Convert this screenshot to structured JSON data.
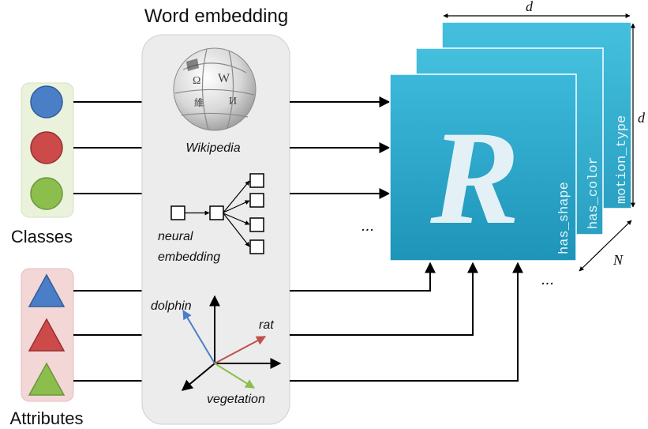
{
  "title": "Word embedding",
  "groups": {
    "classes_label": "Classes",
    "attributes_label": "Attributes"
  },
  "embedding": {
    "wikipedia_label": "Wikipedia",
    "neural_label_line1": "neural",
    "neural_label_line2": "embedding",
    "words": {
      "dolphin": "dolphin",
      "rat": "rat",
      "vegetation": "vegetation"
    }
  },
  "tensor": {
    "letter": "R",
    "slices": [
      "has_shape",
      "has_color",
      "motion_type"
    ],
    "dim_width_label": "d",
    "dim_height_label": "d",
    "dim_depth_label": "N"
  },
  "ellipsis": "...",
  "colors": {
    "class_circle": [
      "#4a7fc8",
      "#cc4a4a",
      "#8cbe4e"
    ],
    "attr_triangle": [
      "#4a7fc8",
      "#cc4a4a",
      "#8cbe4e"
    ],
    "classes_bg": "#eaf2dc",
    "attributes_bg": "#f3d6d6",
    "panel_bg": "#ececec",
    "tensor_front": "#2aa7c9",
    "tensor_back": "#34b3d3",
    "dolphin_arrow": "#4a7fc8",
    "rat_arrow": "#c0504d",
    "vegetation_arrow": "#8cbe4e"
  }
}
